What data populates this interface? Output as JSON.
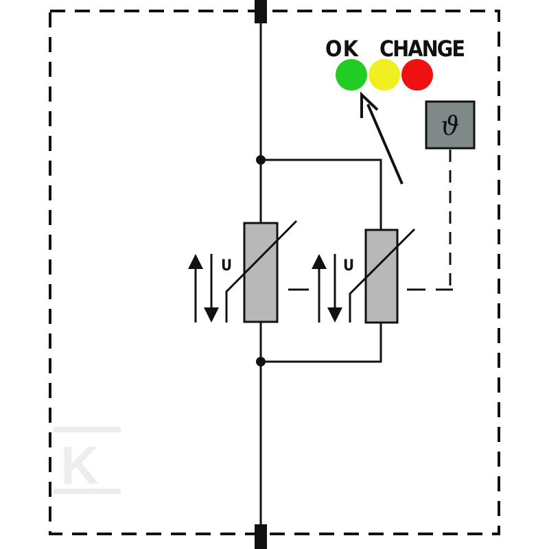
{
  "indicator": {
    "ok_label": "OK",
    "change_label": "CHANGE",
    "colors": {
      "green": "#22cc22",
      "yellow": "#f0f020",
      "red": "#ee1111"
    }
  },
  "thermal": {
    "symbol": "ϑ",
    "box_fill": "#7f8a88"
  },
  "varistors": [
    {
      "label": "U",
      "body_fill": "#b8b8b8"
    },
    {
      "label": "U",
      "body_fill": "#b8b8b8"
    }
  ],
  "watermark": {
    "letter": "K"
  }
}
